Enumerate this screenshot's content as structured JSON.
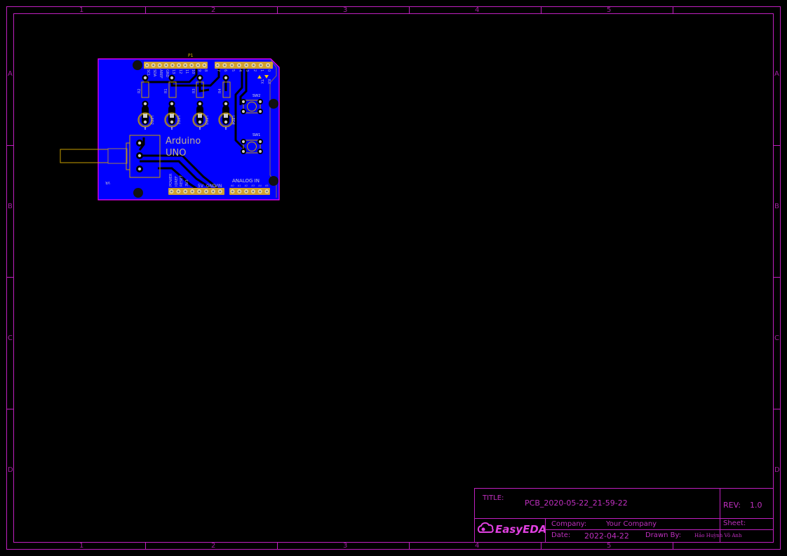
{
  "sheet": {
    "frame_color": "#c020c0",
    "column_labels": [
      "1",
      "2",
      "3",
      "4",
      "5"
    ],
    "row_labels": [
      "A",
      "B",
      "C",
      "D"
    ]
  },
  "title_block": {
    "title_label": "TITLE:",
    "title_value": "PCB_2020-05-22_21-59-22",
    "rev_label": "REV:",
    "rev_value": "1.0",
    "company_label": "Company:",
    "company_value": "Your Company",
    "sheet_label": "Sheet:",
    "date_label": "Date:",
    "date_value": "2022-04-22",
    "drawn_by_label": "Drawn By:",
    "drawn_by_value": "Hảo Huỳnh Võ Anh",
    "logo_text": "EasyEDA"
  },
  "pcb": {
    "board_color": "#0000ff",
    "outline_color": "#ff00ff",
    "silk_color": "#c8a000",
    "header_label": "P1",
    "board_text": [
      "Arduino",
      "UNO"
    ],
    "top_pins_left": [
      "SCL",
      "SDA",
      "AREF",
      "GND",
      "13",
      "12",
      "11",
      "10",
      "9",
      "8"
    ],
    "top_pins_right": [
      "7",
      "6",
      "5",
      "4",
      "3",
      "2",
      "1",
      "0"
    ],
    "tx_label": "TX",
    "rx_label": "RX",
    "power_pins": [
      "POWER",
      "IOREF",
      "RESET",
      "3V3",
      "5V",
      "GND",
      "VIN"
    ],
    "analog_label": "ANALOG IN",
    "analog_pins": [
      "A0",
      "A1",
      "A2",
      "A3",
      "A4",
      "A5"
    ],
    "resistors": [
      "R2",
      "R1",
      "R3",
      "R4"
    ],
    "leds": [
      "LED2",
      "LED1",
      "LED3",
      "LED4"
    ],
    "switches": [
      "SW2",
      "SW1"
    ],
    "pot_label": "VR"
  }
}
